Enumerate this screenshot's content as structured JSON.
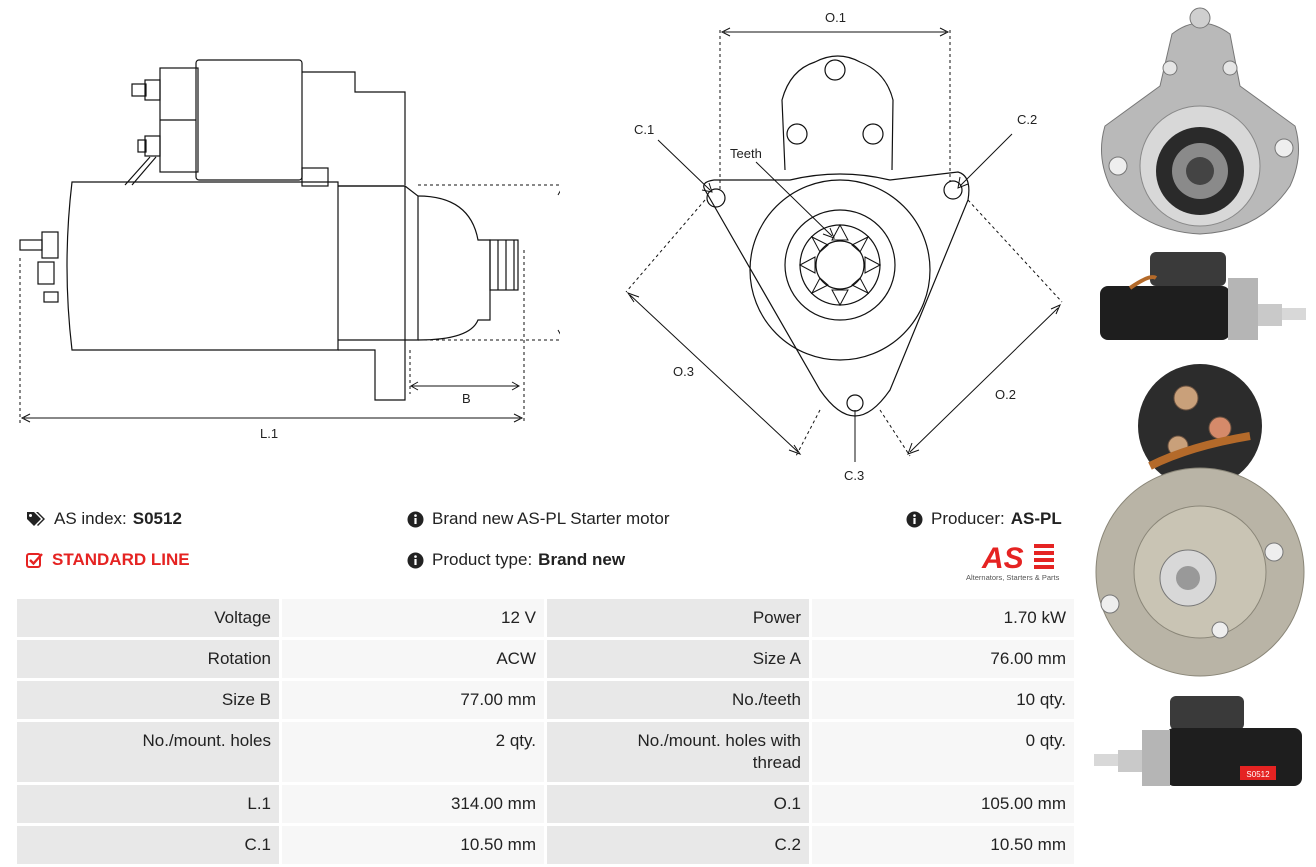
{
  "dimensions": {
    "o1": "O.1",
    "o2": "O.2",
    "o3": "O.3",
    "c1": "C.1",
    "c2": "C.2",
    "c3": "C.3",
    "teeth": "Teeth",
    "a": "A",
    "b": "B",
    "l1": "L.1"
  },
  "info": {
    "as_index_label": "AS index:",
    "as_index_value": "S0512",
    "line": "STANDARD LINE",
    "description": "Brand new AS-PL Starter motor",
    "product_type_label": "Product type:",
    "product_type_value": "Brand new",
    "producer_label": "Producer:",
    "producer_value": "AS-PL"
  },
  "logo": {
    "mark": "AS",
    "tagline": "Alternators, Starters & Parts"
  },
  "specs": [
    {
      "l1": "Voltage",
      "v1": "12 V",
      "l2": "Power",
      "v2": "1.70 kW"
    },
    {
      "l1": "Rotation",
      "v1": "ACW",
      "l2": "Size A",
      "v2": "76.00 mm"
    },
    {
      "l1": "Size B",
      "v1": "77.00 mm",
      "l2": "No./teeth",
      "v2": "10 qty."
    },
    {
      "l1": "No./mount. holes",
      "v1": "2 qty.",
      "l2a": "No./mount. holes with",
      "l2b": "thread",
      "v2": "0 qty."
    },
    {
      "l1": "L.1",
      "v1": "314.00 mm",
      "l2": "O.1",
      "v2": "105.00 mm"
    },
    {
      "l1": "C.1",
      "v1": "10.50 mm",
      "l2": "C.2",
      "v2": "10.50 mm"
    }
  ],
  "photo_label": "S0512",
  "colors": {
    "accent_red": "#e52322",
    "label_bg": "#e8e8e8",
    "value_bg": "#f7f7f7"
  }
}
